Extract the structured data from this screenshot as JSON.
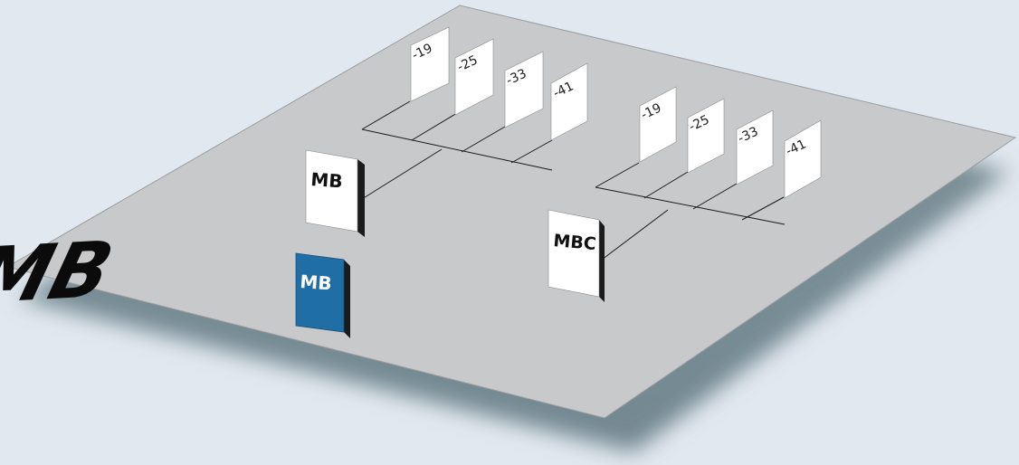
{
  "platform_logo": "MB",
  "modules": {
    "highlighted": "MB",
    "left_group": {
      "box": "MB",
      "variants": [
        "-19",
        "-25",
        "-33",
        "-41"
      ]
    },
    "right_group": {
      "box": "MBC",
      "variants": [
        "-19",
        "-25",
        "-33",
        "-41"
      ]
    }
  },
  "colors": {
    "background": "#e1e8ef",
    "platform": "#c8c9ca",
    "highlight": "#1f6ea6"
  }
}
